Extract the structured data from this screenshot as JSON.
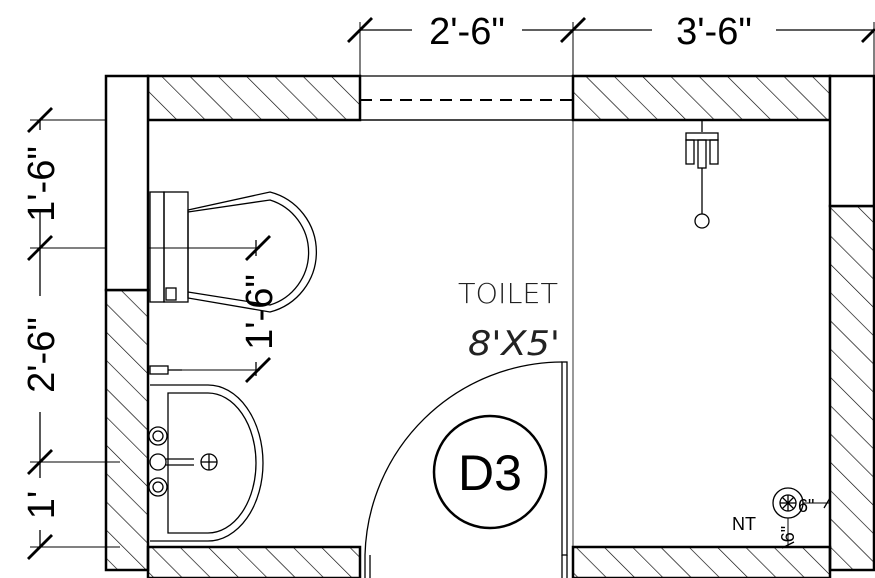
{
  "room": {
    "name": "TOILET",
    "size": "8'X5'"
  },
  "door": {
    "tag": "D3"
  },
  "dimensions": {
    "top_left": "2'-6\"",
    "top_right": "3'-6\"",
    "left_top": "1'-6\"",
    "left_middle": "2'-6\"",
    "left_bottom": "1'",
    "toilet_offset": "1'-6\""
  },
  "nahani_trap": {
    "label": "NT",
    "width": "6\"",
    "depth": "6\""
  }
}
